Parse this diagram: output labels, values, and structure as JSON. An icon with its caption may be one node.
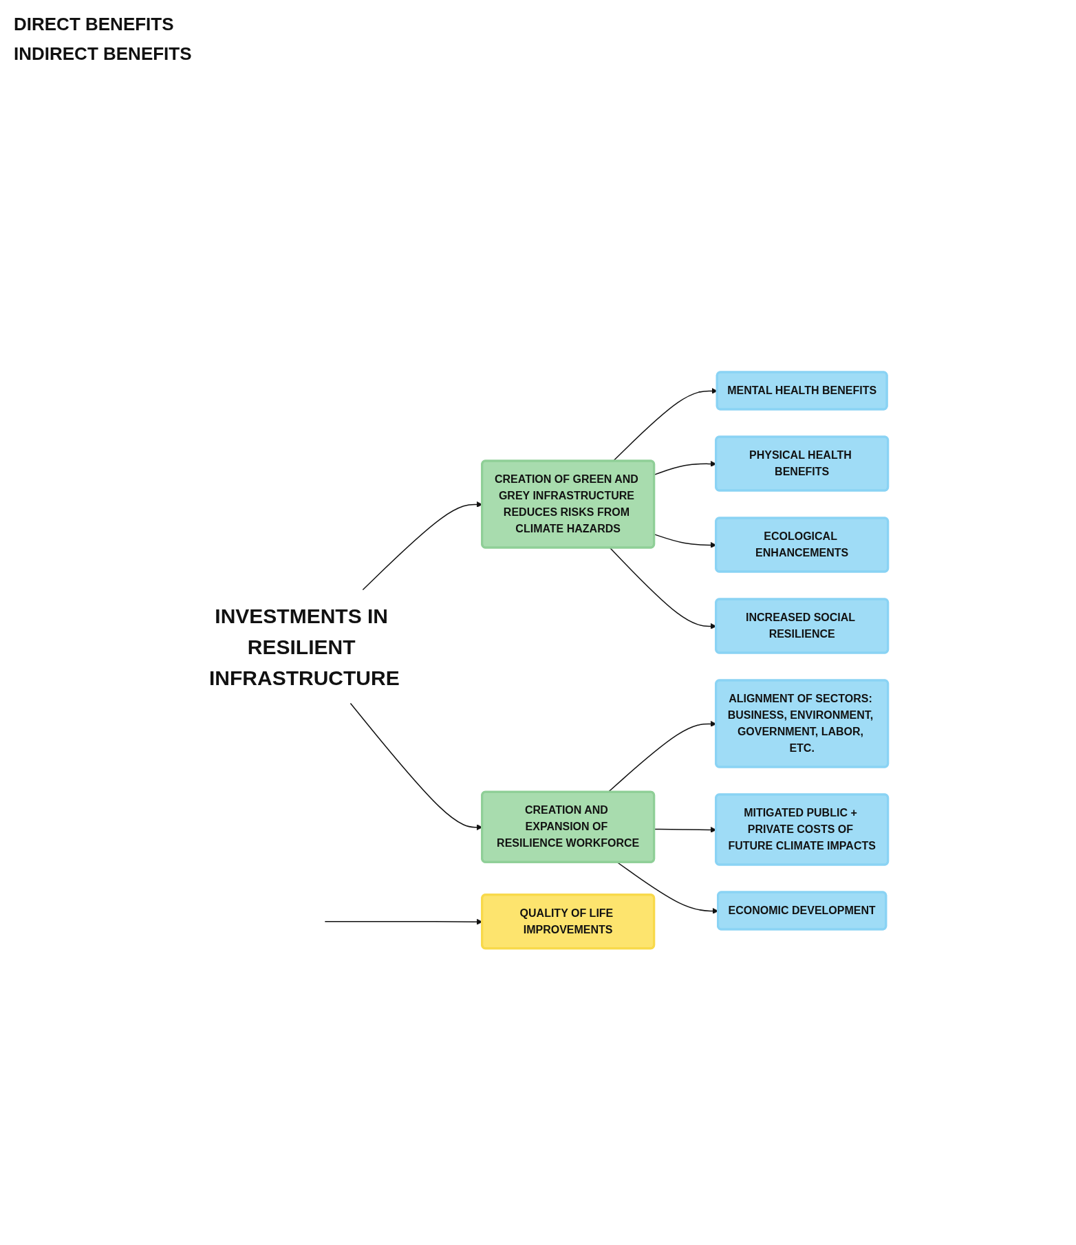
{
  "diagram": {
    "nodes": [
      {
        "text": [
          "INVESTMENTS IN RESILIENT INFRASTRUCTURE"
        ]
      },
      {
        "text": [
          "CREATION OF GREEN AND GREY INFRASTRUCTURE REDUCES RISKS FROM CLIMATE HAZARDS"
        ]
      },
      {
        "text": [
          "CREATION AND EXPANSION OF RESILIENCE WORKFORCE"
        ]
      },
      {
        "text": [
          "MENTAL HEALTH BENEFITS"
        ]
      },
      {
        "text": [
          "PHYSICAL HEALTH BENEFITS"
        ]
      },
      {
        "text": [
          "ECOLOGICAL ENHANCEMENTS"
        ]
      },
      {
        "text": [
          "INCREASED SOCIAL RESILIENCE"
        ]
      },
      {
        "text": [
          "ALIGNMENT OF SECTORS: BUSINESS, ENVIRONMENT, GOVERNMENT, LABOR, ETC."
        ]
      },
      {
        "text": [
          "MITIGATED PUBLIC + PRIVATE COSTS OF FUTURE CLIMATE IMPACTS"
        ]
      },
      {
        "text": [
          "ECONOMIC DEVELOPMENT"
        ]
      },
      {
        "text": [
          "QUALITY OF LIFE IMPROVEMENTS"
        ]
      }
    ],
    "edges": [
      {
        "from": 0,
        "to": 1,
        "arrow": "to"
      },
      {
        "from": 0,
        "to": 2,
        "arrow": "to"
      },
      {
        "from": 1,
        "to": 3,
        "arrow": "to"
      },
      {
        "from": 1,
        "to": 4,
        "arrow": "to"
      },
      {
        "from": 1,
        "to": 5,
        "arrow": "to"
      },
      {
        "from": 1,
        "to": 6,
        "arrow": "to"
      },
      {
        "from": 2,
        "to": 7,
        "arrow": "to"
      },
      {
        "from": 2,
        "to": 8,
        "arrow": "to"
      },
      {
        "from": 2,
        "to": 9,
        "arrow": "to"
      },
      {
        "from": null,
        "to": 10,
        "arrow": "to"
      }
    ],
    "labels": [
      "DIRECT BENEFITS",
      "INDIRECT BENEFITS"
    ]
  }
}
